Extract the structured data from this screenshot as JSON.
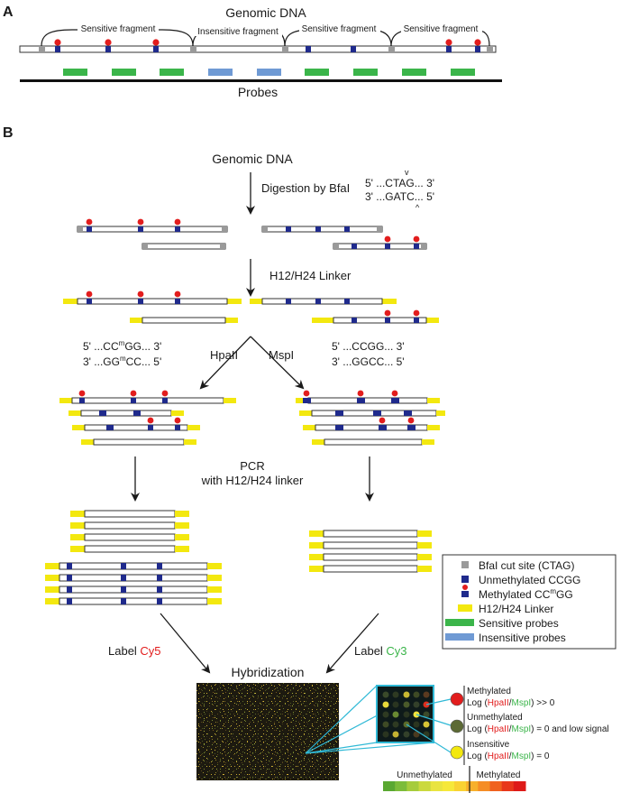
{
  "panel_a": {
    "label": "A",
    "title": "Genomic DNA",
    "fragments": [
      "Sensitive fragment",
      "Insensitive fragment",
      "Sensitive fragment",
      "Sensitive fragment"
    ],
    "probes_label": "Probes",
    "probe_colors": [
      "green",
      "green",
      "green",
      "blue",
      "blue",
      "green",
      "green",
      "green",
      "green"
    ]
  },
  "panel_b": {
    "label": "B",
    "title": "Genomic DNA",
    "digestion": "Digestion by BfaI",
    "bfai_top_pre": "5' ...C",
    "bfai_top_post": "TAG... 3'",
    "bfai_top_mark": "v",
    "bfai_bot_pre": "3' ...GAT",
    "bfai_bot_post": "C... 5'",
    "bfai_bot_mark": "^",
    "linker": "H12/H24 Linker",
    "hpaii_top_pre": "5' ...CC",
    "hpaii_top_sup": "m",
    "hpaii_top_post": "GG... 3'",
    "hpaii_bot_pre": "3' ...GG",
    "hpaii_bot_sup": "m",
    "hpaii_bot_post": "CC... 5'",
    "hpaii": "HpaII",
    "mspi": "MspI",
    "mspi_top": "5' ...CCGG... 3'",
    "mspi_bot": "3' ...GGCC... 5'",
    "pcr_line1": "PCR",
    "pcr_line2": "with H12/H24 linker",
    "label_cy5_pre": "Label ",
    "label_cy5": "Cy5",
    "label_cy3_pre": "Label ",
    "label_cy3": "Cy3",
    "hybridization": "Hybridization"
  },
  "legend": [
    {
      "text": "BfaI cut site (CTAG)"
    },
    {
      "text": "Unmethylated CCGG"
    },
    {
      "text_pre": "Methylated CC",
      "sup": "m",
      "text_post": "GG"
    },
    {
      "text": "H12/H24 Linker"
    },
    {
      "text": "Sensitive probes"
    },
    {
      "text": "Insensitive probes"
    }
  ],
  "zoom_labels": [
    {
      "title": "Methylated",
      "pre": "Log (",
      "a": "HpaII",
      "slash": "/",
      "b": "MspI",
      "post": ") >> 0"
    },
    {
      "title": "Unmethylated",
      "pre": "Log (",
      "a": "HpaII",
      "slash": "/",
      "b": "MspI",
      "post": ") = 0 and low signal"
    },
    {
      "title": "Insensitive",
      "pre": "Log (",
      "a": "HpaII",
      "slash": "/",
      "b": "MspI",
      "post": ") = 0"
    }
  ],
  "scale": {
    "left": "Unmethylated",
    "right": "Methylated",
    "colors": [
      "#5aa832",
      "#7cbc3a",
      "#a6cc3c",
      "#cbd93e",
      "#e9e440",
      "#f6e83a",
      "#f9d233",
      "#f7b02b",
      "#f58d25",
      "#f0621f",
      "#e8381b",
      "#de1a18"
    ]
  },
  "colors": {
    "cut_site": "#9a9a9a",
    "unmethylated": "#1f2a8c",
    "methylated": "#e21d1d",
    "linker": "#f3e80f",
    "sensitive_probe": "#3bb54a",
    "insensitive_probe": "#6f9ad4",
    "cy5": "#e21d1d",
    "cy3": "#3bb54a",
    "zoom_line": "#30b9d6"
  }
}
